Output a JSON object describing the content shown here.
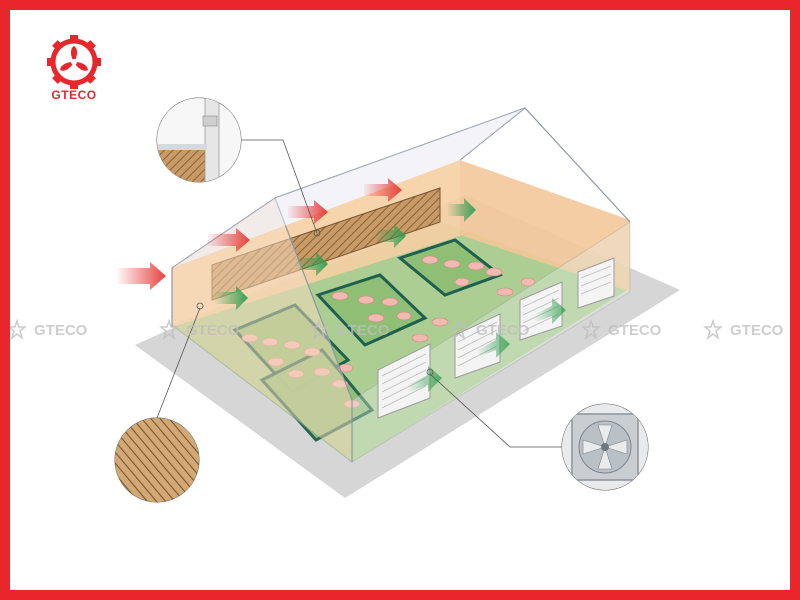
{
  "brand": {
    "name": "GTECO",
    "color": "#e8262b"
  },
  "watermarks": [
    "GTECO",
    "GTECO",
    "GTECO",
    "GTECO",
    "GTECO",
    "GTECO"
  ],
  "colors": {
    "border": "#e8262b",
    "airflow_in": "#e53935",
    "airflow_out": "#2e9e4f",
    "cooling_pad": "#9a7a55",
    "floor": "#8fbf75",
    "wall": "#f3c89a"
  },
  "icons": [
    "gear-fan-logo-icon",
    "fan-arrow-icon"
  ]
}
